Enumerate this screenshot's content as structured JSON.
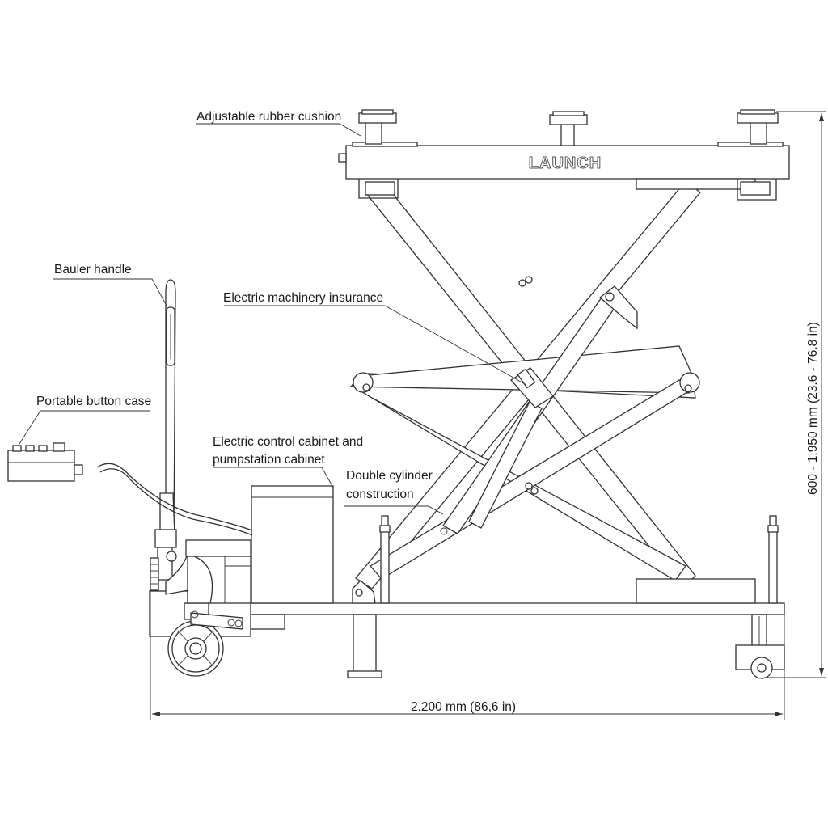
{
  "brand": "LAUNCH",
  "labels": {
    "rubber_cushion": "Adjustable rubber cushion",
    "bauler_handle": "Bauler handle",
    "electric_insurance": "Electric machinery insurance",
    "button_case": "Portable button case",
    "control_cabinet_line1": "Electric control cabinet and",
    "control_cabinet_line2": "pumpstation cabinet",
    "double_cylinder_line1": "Double cylinder",
    "double_cylinder_line2": "construction"
  },
  "dimensions": {
    "length": "2.200 mm (86,6 in)",
    "height": "600 - 1.950 mm (23.6 - 76.8 in)"
  }
}
